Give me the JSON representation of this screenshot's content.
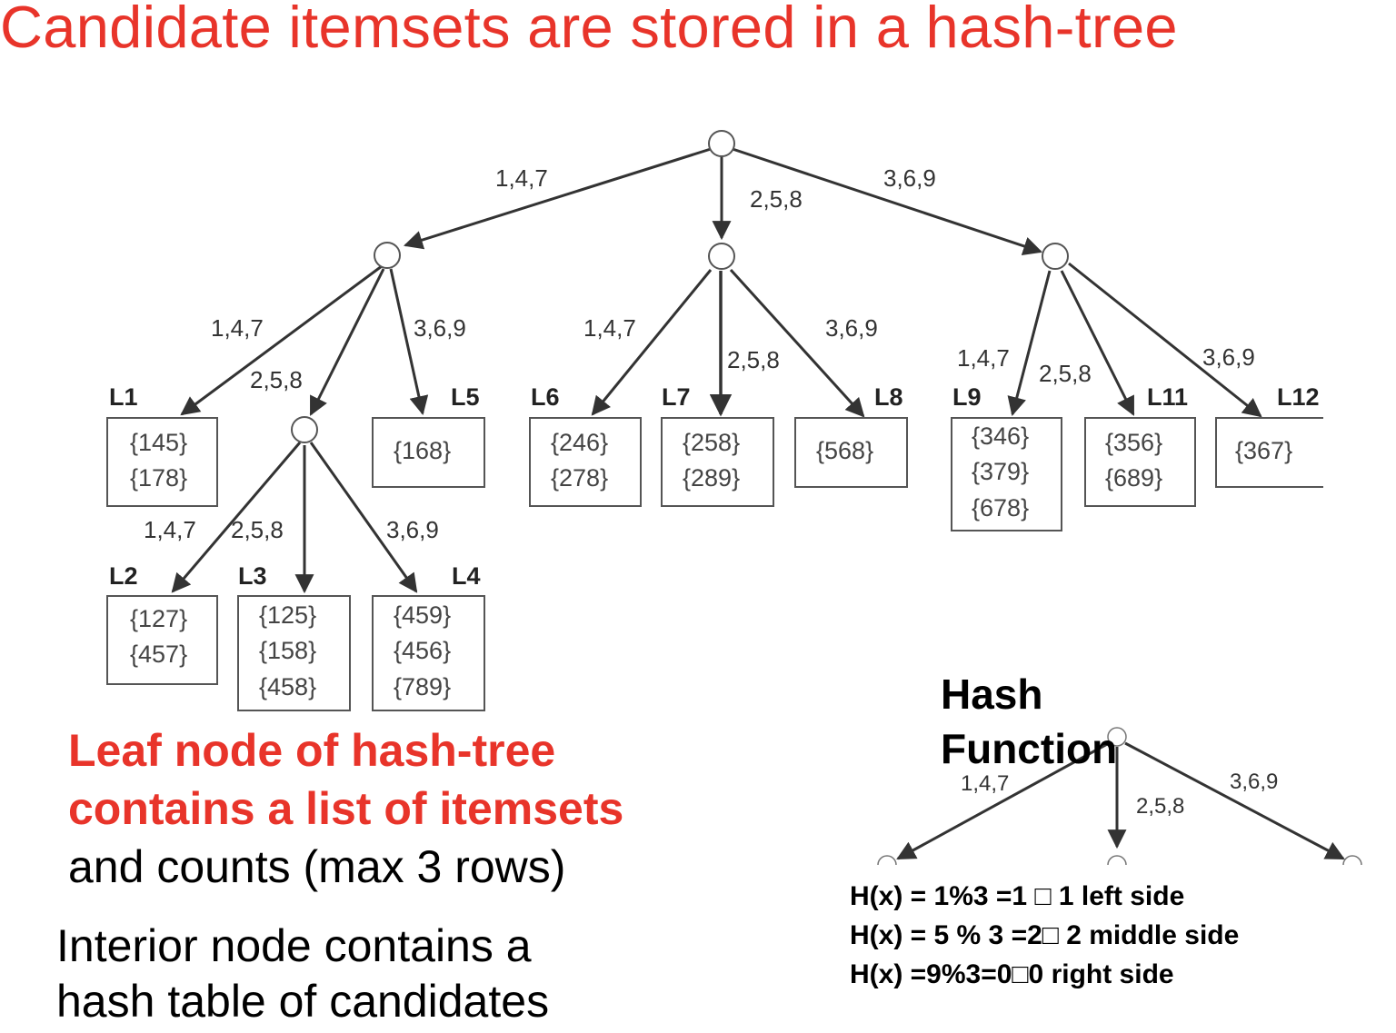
{
  "title": "Candidate itemsets are stored in a hash-tree",
  "edges": {
    "left": "1,4,7",
    "middle": "2,5,8",
    "right": "3,6,9"
  },
  "leaves": [
    {
      "label": "L1",
      "items": [
        "{145}",
        "{178}"
      ]
    },
    {
      "label": "L2",
      "items": [
        "{127}",
        "{457}"
      ]
    },
    {
      "label": "L3",
      "items": [
        "{125}",
        "{158}",
        "{458}"
      ]
    },
    {
      "label": "L4",
      "items": [
        "{459}",
        "{456}",
        "{789}"
      ]
    },
    {
      "label": "L5",
      "items": [
        "{168}"
      ]
    },
    {
      "label": "L6",
      "items": [
        "{246}",
        "{278}"
      ]
    },
    {
      "label": "L7",
      "items": [
        "{258}",
        "{289}"
      ]
    },
    {
      "label": "L8",
      "items": [
        "{568}"
      ]
    },
    {
      "label": "L9",
      "items": [
        "{346}",
        "{379}",
        "{678}"
      ]
    },
    {
      "label": "L11",
      "items": [
        "{356}",
        "{689}"
      ]
    },
    {
      "label": "L12",
      "items": [
        "{367}"
      ]
    }
  ],
  "leaf_text": {
    "line1": "Leaf node of hash-tree",
    "line2": "contains a list of itemsets",
    "line3": "and counts (max 3 rows)"
  },
  "interior_text": {
    "line1": "Interior node contains a",
    "line2": "hash table of candidates"
  },
  "hash_function": {
    "title_line1": "Hash",
    "title_line2": "Function",
    "edge_left": "1,4,7",
    "edge_middle": "2,5,8",
    "edge_right": "3,6,9",
    "rules": [
      "H(x) = 1%3 =1 □ 1 left side",
      "H(x) = 5 % 3 =2□ 2 middle side",
      "H(x) =9%3=0□0 right side"
    ]
  },
  "colors": {
    "accent_red": "#e8342a",
    "edge": "#333333",
    "box_border": "#555555"
  }
}
